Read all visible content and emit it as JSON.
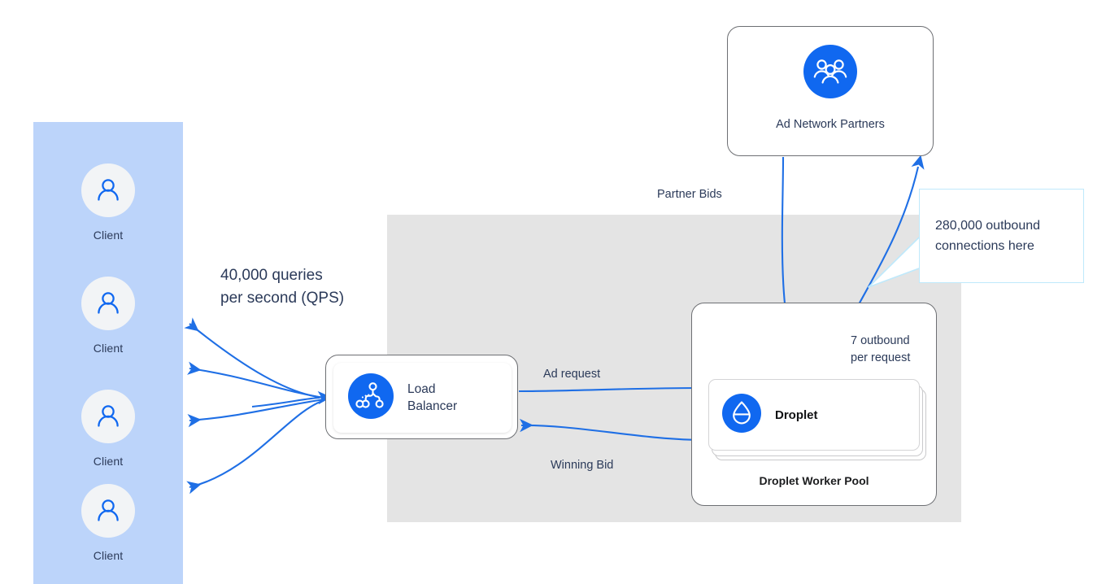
{
  "diagram": {
    "title": "Ad bidding architecture with Droplet worker pool",
    "colors": {
      "brand_blue": "#1068f0",
      "arrow_blue": "#1f6fe5",
      "client_panel_bg": "#bcd4fa",
      "gray_region_bg": "#e4e4e4",
      "callout_border": "#bfe9fb",
      "text_navy": "#2b3a59",
      "node_border": "#6d6f73"
    },
    "client_panel": {
      "name": "clients",
      "items": [
        {
          "icon": "user-icon",
          "label": "Client"
        },
        {
          "icon": "user-icon",
          "label": "Client"
        },
        {
          "icon": "user-icon",
          "label": "Client"
        },
        {
          "icon": "user-icon",
          "label": "Client"
        }
      ]
    },
    "nodes": {
      "load_balancer": {
        "icon": "load-balancer-icon",
        "label_line1": "Load",
        "label_line2": "Balancer"
      },
      "ad_network_partners": {
        "icon": "group-people-icon",
        "label": "Ad Network Partners"
      },
      "droplet_worker_pool": {
        "label": "Droplet Worker Pool",
        "droplet": {
          "icon": "droplet-icon",
          "label": "Droplet"
        }
      }
    },
    "edge_labels": {
      "qps": "40,000 queries\nper second (QPS)",
      "ad_request": "Ad request",
      "winning_bid": "Winning Bid",
      "partner_bids": "Partner Bids",
      "outbound_per_request": "7 outbound\nper request"
    },
    "callout": {
      "text": "280,000 outbound\nconnections here"
    }
  }
}
